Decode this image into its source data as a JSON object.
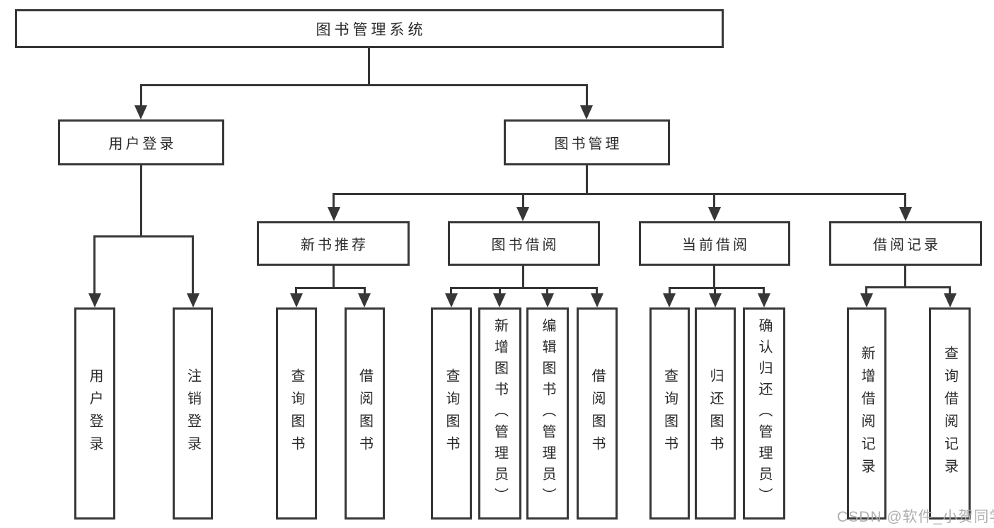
{
  "diagram": {
    "root": "图书管理系统",
    "children": [
      {
        "label": "用户登录",
        "children": [
          {
            "label": "用户登录"
          },
          {
            "label": "注销登录"
          }
        ]
      },
      {
        "label": "图书管理",
        "children": [
          {
            "label": "新书推荐",
            "children": [
              {
                "label": "查询图书"
              },
              {
                "label": "借阅图书"
              }
            ]
          },
          {
            "label": "图书借阅",
            "children": [
              {
                "label": "查询图书"
              },
              {
                "label": "新增图书（管理员）"
              },
              {
                "label": "编辑图书（管理员）"
              },
              {
                "label": "借阅图书"
              }
            ]
          },
          {
            "label": "当前借阅",
            "children": [
              {
                "label": "查询图书"
              },
              {
                "label": "归还图书"
              },
              {
                "label": "确认归还（管理员）"
              }
            ]
          },
          {
            "label": "借阅记录",
            "children": [
              {
                "label": "新增借阅记录"
              },
              {
                "label": "查询借阅记录"
              }
            ]
          }
        ]
      }
    ]
  },
  "watermark": {
    "text": "CSDN @软件_小贺同学"
  },
  "colors": {
    "line": "#373737",
    "text": "#2b2b2b",
    "background": "#ffffff",
    "watermark": "#acacac"
  }
}
